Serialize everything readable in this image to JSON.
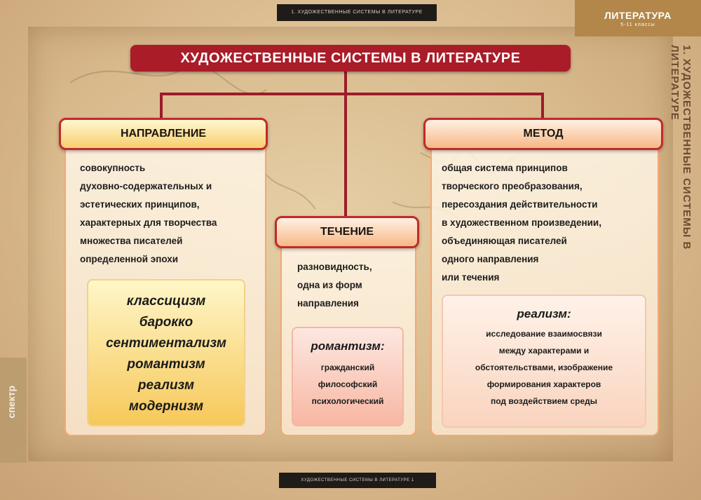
{
  "header": {
    "top_strip": "1. ХУДОЖЕСТВЕННЫЕ СИСТЕМЫ В ЛИТЕРАТУРЕ",
    "corner_title": "ЛИТЕРАТУРА",
    "corner_sub": "5-11 классы",
    "vertical_title": "1. ХУДОЖЕСТВЕННЫЕ СИСТЕМЫ В ЛИТЕРАТУРЕ",
    "bottom_strip": "ХУДОЖЕСТВЕННЫЕ СИСТЕМЫ В ЛИТЕРАТУРЕ 1",
    "left_logo": "спектр"
  },
  "main_title": "ХУДОЖЕСТВЕННЫЕ СИСТЕМЫ  В ЛИТЕРАТУРЕ",
  "direction": {
    "header": "НАПРАВЛЕНИЕ",
    "desc": [
      "совокупность",
      "духовно-содержательных и",
      "эстетических принципов,",
      "характерных для творчества",
      "множества писателей",
      "определенной эпохи"
    ],
    "examples": [
      "классицизм",
      "барокко",
      "сентиментализм",
      "романтизм",
      "реализм",
      "модернизм"
    ]
  },
  "current": {
    "header": "ТЕЧЕНИЕ",
    "desc": [
      "разновидность,",
      "одна из форм",
      "направления"
    ],
    "example_title": "романтизм:",
    "example_lines": [
      "гражданский",
      "философский",
      "психологический"
    ]
  },
  "method": {
    "header": "МЕТОД",
    "desc": [
      "общая система принципов",
      "творческого преобразования,",
      "пересоздания действительности",
      "в художественном произведении,",
      "объединяющая писателей",
      "одного направления",
      "или течения"
    ],
    "example_title": "реализм:",
    "example_lines": [
      "исследование взаимосвязи",
      "между характерами и",
      "обстоятельствами, изображение",
      "формирования характеров",
      "под воздействием среды"
    ]
  },
  "colors": {
    "accent": "#a91c28",
    "border": "#c22a2a",
    "box_outline": "#f4a874"
  }
}
